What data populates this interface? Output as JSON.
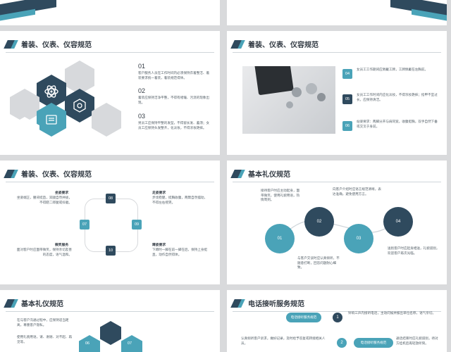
{
  "colors": {
    "dark": "#2f4a5e",
    "teal": "#4aa3b8",
    "gray": "#d7d9dc",
    "line": "#cfd5da"
  },
  "s1": {
    "title": "着装、仪表、仪容规范",
    "items": [
      {
        "num": "01",
        "text": "客户服务人员在工作时间内必须保持衣着整洁、着装要求统一着装，着装规范得体。"
      },
      {
        "num": "02",
        "text": "着装应保持洁净平整，不得有褶皱、污渍的现象出现。"
      },
      {
        "num": "03",
        "text": "男员工应保持平整的发型，不得留长发、蓄须；女员工应保持头发整齐，化淡妆，不得浓妆艳抹。"
      }
    ]
  },
  "s2": {
    "title": "着装、仪表、仪容规范",
    "items": [
      {
        "num": "04",
        "text": "女员工工作期间应佩戴工牌，工牌佩戴在左胸前。"
      },
      {
        "num": "05",
        "text": "女员工工作时间内应化淡妆，不得浓妆艳抹；指甲不宜过长，应保持清洁。"
      },
      {
        "num": "06",
        "text": "站姿要求：两脚分开与肩同宽，收腹挺胸，双手自然下垂或交叉于身前。"
      }
    ]
  },
  "s3": {
    "title": "着装、仪表、仪容规范",
    "blocks": [
      {
        "num": "07",
        "head": "坐姿要求",
        "text": "坐姿端正，腰背挺直，双腿自然并拢，不得跷二郎腿或抖腿。"
      },
      {
        "num": "08",
        "head": "走姿要求",
        "text": "步伐稳健，挺胸收腹，两臂自然摆动，不得左右摇晃。"
      },
      {
        "num": "09",
        "head": "蹲姿要求",
        "text": "下蹲时一脚在前一脚在后，保持上身挺直，动作自然得体。"
      },
      {
        "num": "10",
        "head": "微笑服务",
        "text": "面对客户时应面带微笑，保持亲切友善的态度，语气温和。"
      }
    ]
  },
  "s4": {
    "title": "基本礼仪规范",
    "items": [
      {
        "num": "01",
        "text": "接待客户时应主动起身，面带微笑，使用礼貌用语，热情周到。"
      },
      {
        "num": "02",
        "text": "与客户交谈时应认真倾听，不随意打断，回答问题耐心细致。"
      },
      {
        "num": "03",
        "text": "向客户介绍时应语言规范清晰，表达准确，避免使用方言。"
      },
      {
        "num": "04",
        "text": "送别客户时应起身相送，礼貌道别，欢迎客户再次光临。"
      }
    ]
  },
  "s5": {
    "title": "基本礼仪规范",
    "items": [
      {
        "num": "06",
        "text": "在与客户沟通过程中，应保持适当距离，尊重客户隐私。"
      },
      {
        "num": "07",
        "text": "使用礼貌用语，请、谢谢、对不起、再见等。"
      }
    ]
  },
  "s6": {
    "title": "电话接听服务规范",
    "items": [
      {
        "num": "1",
        "pill": "电话接听服务规范",
        "text": "铃响三声内接听电话，主动问候并报出单位名称，语气亲切。"
      },
      {
        "num": "2",
        "pill": "电话接听服务规范",
        "text": "认真倾听客户诉求，做好记录，及时给予答复或转接相关人员。"
      }
    ],
    "side_text": "通话结束时应礼貌道别，待对方挂机后再轻放听筒。"
  }
}
